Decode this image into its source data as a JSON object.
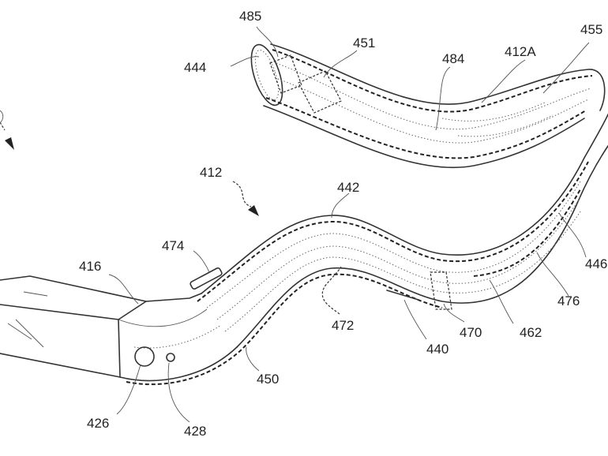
{
  "labels": {
    "l485": "485",
    "l451": "451",
    "l455": "455",
    "l444": "444",
    "l484": "484",
    "l412a": "412A",
    "l412": "412",
    "l442": "442",
    "l474": "474",
    "l416": "416",
    "l446": "446",
    "l476": "476",
    "l472": "472",
    "l470": "470",
    "l462": "462",
    "l440": "440",
    "l450": "450",
    "l426": "426",
    "l428": "428"
  }
}
